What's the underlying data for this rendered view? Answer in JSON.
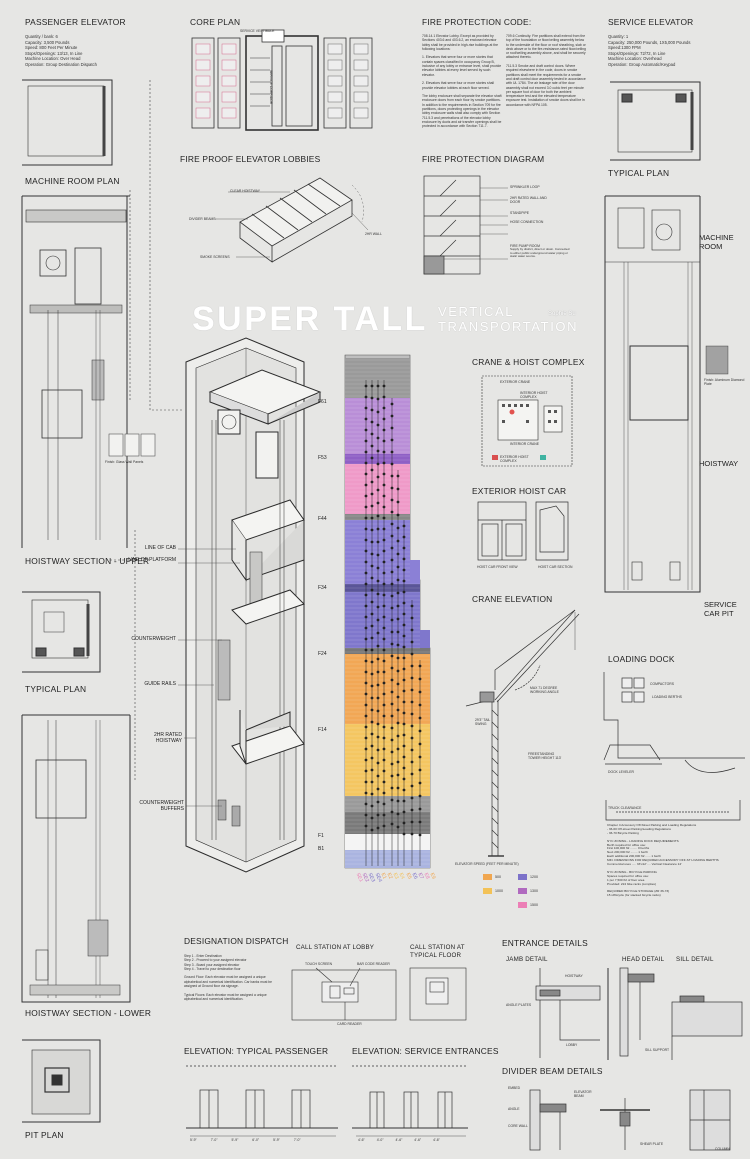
{
  "title": {
    "main": "SUPER TALL",
    "line1": "VERTICAL",
    "line2": "TRANSPORTATION",
    "author": "Sophie Su"
  },
  "headings": {
    "passenger_elevator": "PASSENGER ELEVATOR",
    "core_plan": "CORE PLAN",
    "fire_code": "FIRE PROTECTION CODE:",
    "service_elevator": "SERVICE ELEVATOR",
    "machine_room_plan": "MACHINE ROOM PLAN",
    "fire_lobbies": "FIRE PROOF ELEVATOR LOBBIES",
    "fire_diagram": "FIRE PROTECTION DIAGRAM",
    "typical_plan_right": "TYPICAL PLAN",
    "machine_room": "MACHINE ROOM",
    "hoistway": "HOISTWAY",
    "service_car_pit": "SERVICE CAR PIT",
    "hoistway_upper": "HOISTWAY SECTION - UPPER",
    "typical_plan_left": "TYPICAL PLAN",
    "hoistway_lower": "HOISTWAY SECTION - LOWER",
    "pit_plan": "PIT PLAN",
    "crane_hoist": "CRANE & HOIST COMPLEX",
    "exterior_hoist_car": "EXTERIOR HOIST CAR",
    "crane_elevation": "CRANE ELEVATION",
    "loading_dock": "LOADING DOCK",
    "designation_dispatch": "DESIGNATION DISPATCH",
    "call_lobby": "CALL STATION AT LOBBY",
    "call_typical": "CALL STATION AT TYPICAL FLOOR",
    "entrance_details": "ENTRANCE DETAILS",
    "jamb_detail": "JAMB DETAIL",
    "head_detail": "HEAD DETAIL",
    "sill_detail": "SILL DETAIL",
    "elev_typical": "ELEVATION: TYPICAL PASSENGER",
    "elev_service": "ELEVATION: SERVICE ENTRANCES",
    "divider_beam": "DIVIDER BEAM DETAILS"
  },
  "passenger_specs": [
    "Quantity / bank: 6",
    "Capacity: 3,500 Pounds",
    "Speed: 800 Feet Per Minute",
    "Stops/Openings: 13/13, In Line",
    "Machine Location: Over Head",
    "Operation: Group Destination Dispatch"
  ],
  "service_specs": [
    "Quantity: 1",
    "Capacity: 250,000 Pounds, 1X5,000 Pounds",
    "Speed:1300 FPM",
    "Stops/Openings: 72/72, In Line",
    "Machine Location: Overhead",
    "Operation: Group Automatic/Keypad"
  ],
  "fire_code_col1": "708.14.1 Elevator Lobby. Except as provided by Sections 403.6 and 403.6.2, an enclosed elevator lobby shall be provided in high-rise buildings at the following locations:\n\n1. Elevators that serve four or more stories that contain spaces classified in occupancy Group B, inclusive of any lobby or entrance level, shall provide elevator lobbies at every level served by such elevator.\n\n2. Elevators that serve four or more stories shall provide elevator lobbies at each floor served.\n\nThe lobby enclosure shall separate the elevator shaft enclosure doors from each floor by smoke partitions. In addition to the requirements in Section 709 for fire partitions, doors protecting openings in the elevator lobby enclosure walls shall also comply with Section 711.5.3 and penetrations of the elevator lobby enclosure by ducts and air transfer openings shall be protected in accordance with Section 711.7.",
  "fire_code_col2": "709.6 Continuity. Fire partitions shall extend from the top of the foundation or floor/ceiling assembly below to the underside of the floor or roof sheathing, slab or deck above or to the fire-resistance-rated floor/ceiling or roof/ceiling assembly above, and shall be securely attached thereto.\n\n711.5.3 Smoke and draft control doors. Where required elsewhere in the code, doors in smoke partitions shall meet the requirements for a smoke and draft control door assembly tested in accordance with UL 1784. The air leakage rate of the door assembly shall not exceed 3.0 cubic feet per minute per square foot of door for both the ambient temperature test and the elevated temperature exposure test. Installation of smoke doors shall be in accordance with NFPA 105.",
  "lobby_labels": {
    "clear_hoistway": "CLEAR HOISTWAY",
    "divider_beams": "DIVIDER BEAMS",
    "smoke_screens": "SMOKE SCREENS",
    "two_hr_wall": "2HR WALL"
  },
  "core_labels": {
    "service_vestibule": "SERVICE VESTIBULE",
    "service_corridor": "SERVICE CORRIDOR"
  },
  "fire_diagram_labels": [
    "SPRINKLER LOOP",
    "2HR RATED WALL AND DOOR",
    "STANDPIPE",
    "HOSE CONNECTION",
    "FIRE PUMP ROOM"
  ],
  "fire_pump_note": "Supply by district, direct or down. Connected to either public underground water piping or static water source.",
  "section_labels": {
    "line_of_cab": "LINE OF CAB",
    "line_of_platform": "LINE OF PLATFORM",
    "counterweight": "COUNTERWEIGHT",
    "guide_rails": "GUIDE RAILS",
    "two_hr_hoistway": "2HR RATED HOISTWAY",
    "counterweight_buffers": "COUNTERWEIGHT BUFFERS"
  },
  "glass_panels": "Finish: Glass Wall Panels",
  "aluminum_plate": "Finish: Aluminum Diamond Plate",
  "tower": {
    "floors": [
      "F61",
      "F53",
      "F44",
      "F34",
      "F24",
      "F14",
      "F1",
      "B1"
    ],
    "legend_title": "ELEVATOR SPEED (FEET PER MINUTE)",
    "legend": [
      {
        "value": "500",
        "color": "#f0a64f"
      },
      {
        "value": "1000",
        "color": "#f3c257"
      },
      {
        "value": "1200",
        "color": "#7c72c9"
      },
      {
        "value": "1300",
        "color": "#b06abf"
      },
      {
        "value": "1500",
        "color": "#ec7fb6"
      }
    ],
    "elevator_codes": [
      "SE1",
      "SE2",
      "SE3",
      "SE4",
      "E1",
      "E2",
      "E3",
      "E4",
      "E5",
      "E6",
      "E7",
      "E8",
      "E9"
    ]
  },
  "crane_labels": {
    "exterior_crane": "EXTERIOR CRANE",
    "interior_hoist": "INTERIOR HOIST COMPLEX",
    "interior_crane": "INTERIOR CRANE",
    "exterior_hoist": "EXTERIOR HOIST COMPLEX"
  },
  "hoist_car_labels": {
    "front": "HOIST CAR FRONT VIEW",
    "section": "HOIST CAR SECTION"
  },
  "crane_elev_labels": {
    "angle": "MAX 71 DEGREE WORKING ANGLE",
    "tail": "29'3\" TAIL SWING",
    "tower": "FREESTANDING TOWER HEIGHT 113'"
  },
  "loading_labels": {
    "compactors": "COMPACTORS",
    "berths": "LOADING BERTHS",
    "leveler": "DOCK LEVELER",
    "clearance": "TRUCK CLEARANCE"
  },
  "loading_text": "Chapter 4 Accessory Off-Street Parking and Loading Regulations\n- 36-60 Off-street Parking/Loading Regulations\n- 36-70 Bicycle Parking\n\nNYC ZONING - LOADING DOCK REQUIREMENTS\nBerth required for office use:\nFirst 100,000 ft2 ........ 0 berths\nNext 200,000 ft2 ........ 1 berth\nEach additional 200,000 ft2 ...... 1 berth\nMIN. DIMENSIONS FOR REQUIRED ACCESSORY OFF-ST LOADING BERTHS\nCommercial uses ..... 33'x12' .... Vertical Clearance 14'\n\nNYC ZONING - BICYCLE PARKING\nSpaces required for office use:\n1 per 7,500 ft2 of floor area\nProvided: 224 bike racks (complies)\n\nREQUIRED BICYCLE STORAGE (ZR 36-73)\n15 sf/bicycle (for stacked bicycle racks)",
  "dispatch_text": "Step 1 - Enter Destination\nStep 2 - Proceed to your assigned elevator\nStep 3 - Board your assigned elevator\nStep 4 - Travel to your destination floor\n\nGround Floor: Each elevator must be assigned a unique alphabetical and numerical identification. Car banks must be assigned at Ground floor via signage.\n\nTypical Floors: Each elevator must be assigned a unique alphabetical and numerical identification.",
  "call_labels": {
    "touch_screen": "TOUCH SCREEN",
    "bar_code": "BAR CODE READER",
    "card_reader": "CARD READER"
  },
  "entrance_labels": {
    "hoistway": "HOISTWAY",
    "angle_plates": "ANGLE PLATES",
    "sill_support": "SILL SUPPORT",
    "lobby": "LOBBY"
  },
  "divider_labels": {
    "embed": "EMBED",
    "angle": "ANGLE",
    "core_wall": "CORE WALL",
    "elevator_beam": "ELEVATOR BEAM",
    "shear_plate": "SHEAR PLATE",
    "column": "COLUMN"
  },
  "elev_dims": {
    "typical": [
      "5'-9\"",
      "7'-0\"",
      "5'-9\"",
      "6'-0\"",
      "5'-9\"",
      "7'-0\""
    ],
    "service": [
      "4'-6\"",
      "4'-0\"",
      "4'-6\"",
      "4'-6\"",
      "4'-6\""
    ]
  }
}
